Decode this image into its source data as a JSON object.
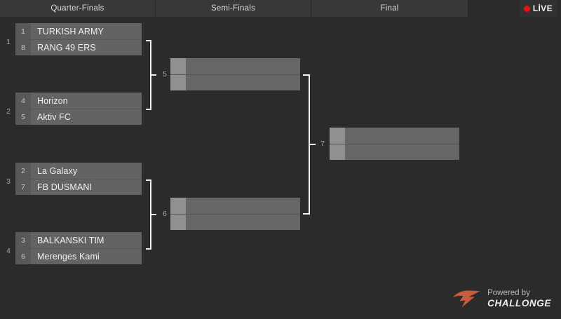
{
  "app": {
    "background_color": "#2b2b2b",
    "accent_color": "#c75b3c",
    "live_color": "#ee1111"
  },
  "header": {
    "rounds": [
      {
        "label": "Quarter-Finals"
      },
      {
        "label": "Semi-Finals"
      },
      {
        "label": "Final"
      }
    ],
    "live_badge": {
      "label": "LİVE",
      "dot_icon": "live-dot-icon"
    }
  },
  "bracket": {
    "rounds": [
      {
        "name": "Quarter-Finals",
        "matches": [
          {
            "number": "1",
            "slots": [
              {
                "seed": "1",
                "team": "TURKISH ARMY"
              },
              {
                "seed": "8",
                "team": "RANG 49 ERS"
              }
            ]
          },
          {
            "number": "2",
            "slots": [
              {
                "seed": "4",
                "team": "Horizon"
              },
              {
                "seed": "5",
                "team": "Aktiv FC"
              }
            ]
          },
          {
            "number": "3",
            "slots": [
              {
                "seed": "2",
                "team": "La Galaxy"
              },
              {
                "seed": "7",
                "team": "FB DUSMANI"
              }
            ]
          },
          {
            "number": "4",
            "slots": [
              {
                "seed": "3",
                "team": "BALKANSKI TIM"
              },
              {
                "seed": "6",
                "team": "Merenges Kami"
              }
            ]
          }
        ]
      },
      {
        "name": "Semi-Finals",
        "matches": [
          {
            "number": "5",
            "slots": [
              {
                "seed": "",
                "team": ""
              },
              {
                "seed": "",
                "team": ""
              }
            ]
          },
          {
            "number": "6",
            "slots": [
              {
                "seed": "",
                "team": ""
              },
              {
                "seed": "",
                "team": ""
              }
            ]
          }
        ]
      },
      {
        "name": "Final",
        "matches": [
          {
            "number": "7",
            "slots": [
              {
                "seed": "",
                "team": ""
              },
              {
                "seed": "",
                "team": ""
              }
            ]
          }
        ]
      }
    ]
  },
  "footer": {
    "powered_by": "Powered by",
    "brand": "CHALLONGE",
    "logo_icon": "challonge-logo-icon"
  }
}
